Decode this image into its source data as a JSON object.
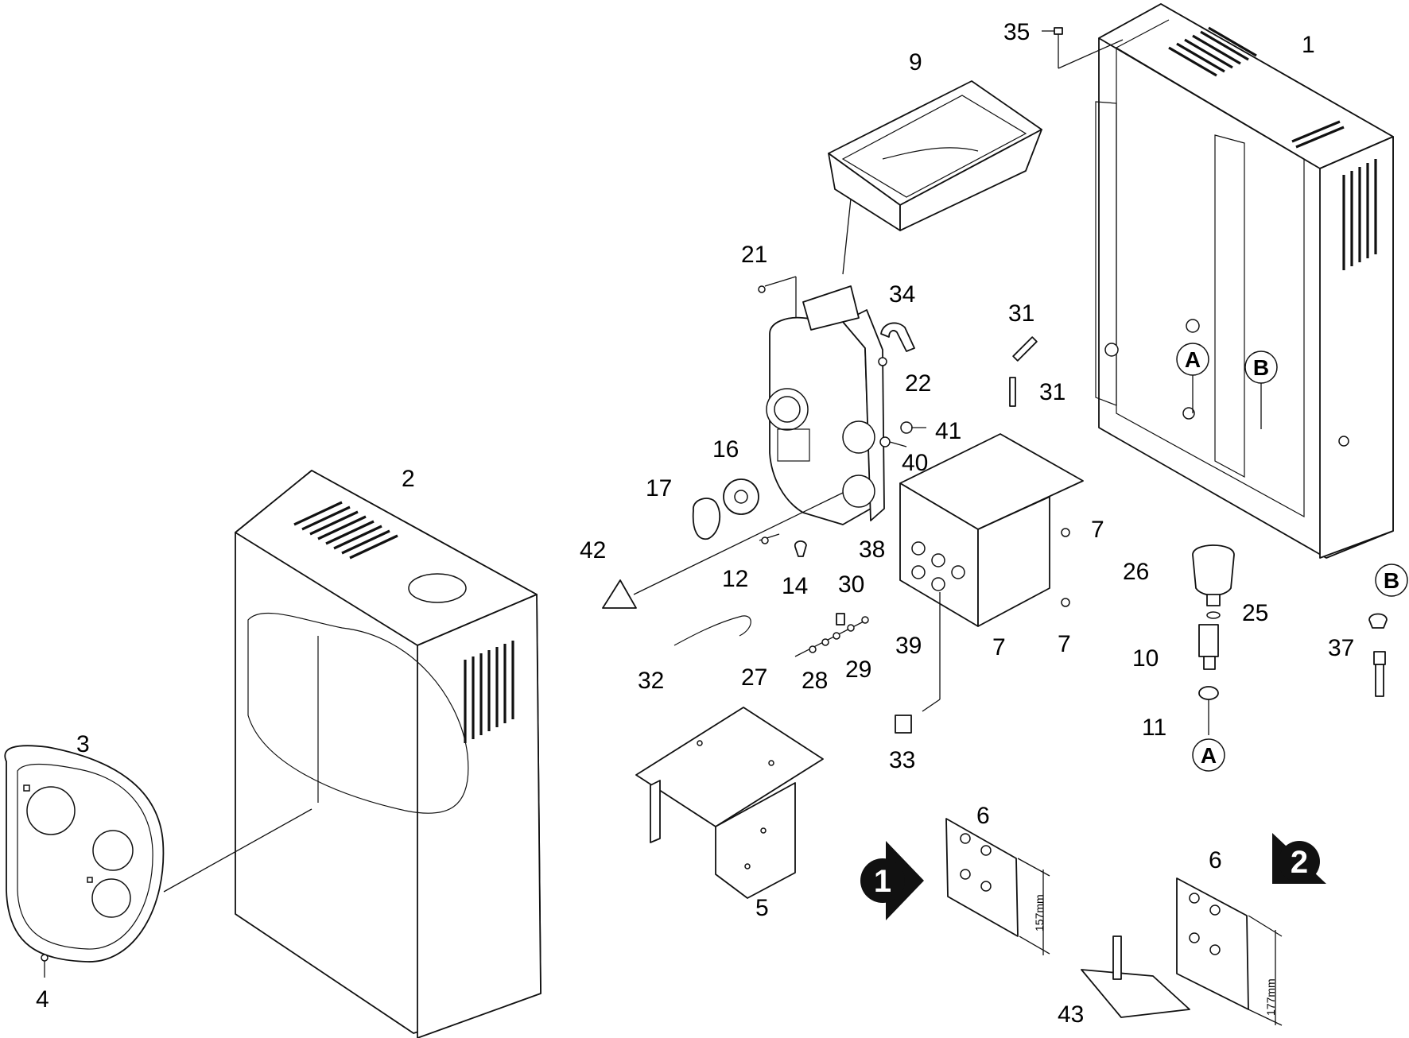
{
  "callouts": {
    "c1": "1",
    "c2": "2",
    "c3": "3",
    "c4": "4",
    "c5": "5",
    "c6a": "6",
    "c6b": "6",
    "c7a": "7",
    "c7b": "7",
    "c7c": "7",
    "c9": "9",
    "c10": "10",
    "c11": "11",
    "c12": "12",
    "c14": "14",
    "c16": "16",
    "c17": "17",
    "c21": "21",
    "c22": "22",
    "c25": "25",
    "c26": "26",
    "c27": "27",
    "c28": "28",
    "c29": "29",
    "c30": "30",
    "c31a": "31",
    "c31b": "31",
    "c32": "32",
    "c33": "33",
    "c34": "34",
    "c35": "35",
    "c37": "37",
    "c38": "38",
    "c39": "39",
    "c40": "40",
    "c41": "41",
    "c42": "42",
    "c43": "43"
  },
  "markers": {
    "a1": "A",
    "a2": "A",
    "b1": "B",
    "b2": "B"
  },
  "variants": {
    "v1": "1",
    "v2": "2"
  },
  "dimensions": {
    "d157": "157mm",
    "d177": "177mm"
  }
}
